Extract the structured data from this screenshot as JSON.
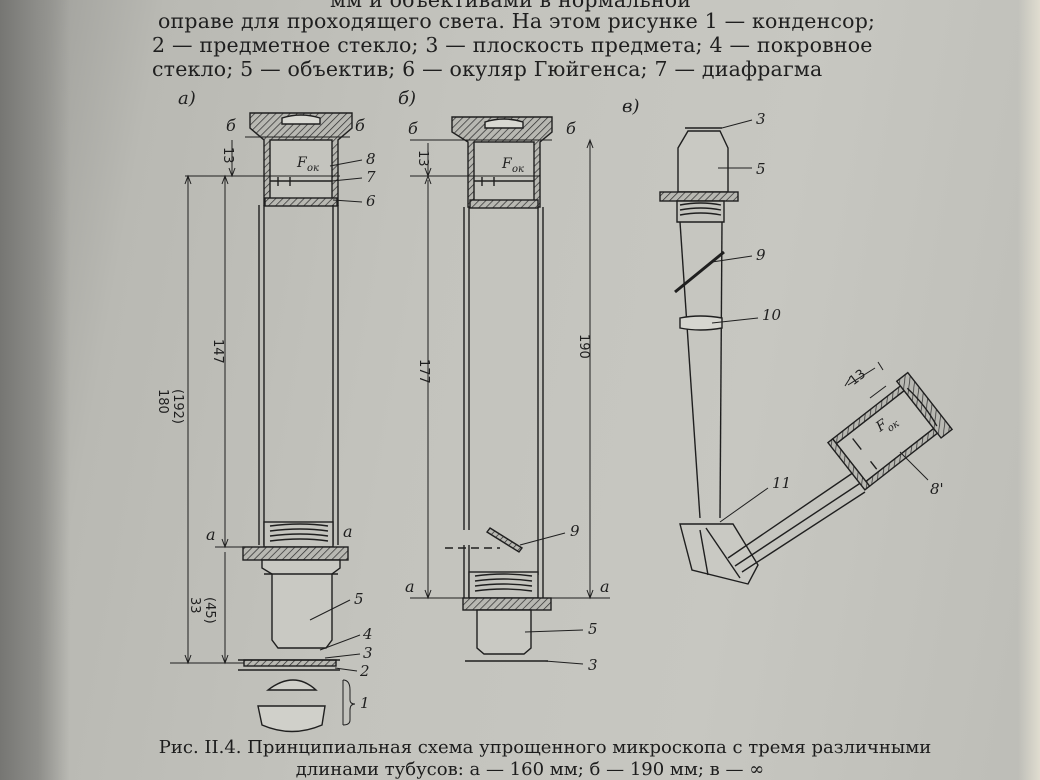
{
  "text_lines": [
    "мм и объективами в нормальной",
    "оправе для проходящего света. На этом рисунке 1 — конденсор;",
    "2 — предметное стекло; 3 — плоскость предмета; 4 — покровное",
    "стекло; 5 — объектив; 6 — окуляр Гюйгенса; 7 — диафрагма"
  ],
  "figure": {
    "panel_a": {
      "tag": "а)",
      "plane_b": "б",
      "plane_a": "а",
      "dims": {
        "top": "13",
        "middle": "147",
        "total": "(192)\n180",
        "bottom": "(45)\n33"
      },
      "eyepiece_focus": "F",
      "eyepiece_focus_sub": "ок",
      "callouts": [
        "8",
        "7",
        "6",
        "5",
        "4",
        "3",
        "2",
        "1"
      ]
    },
    "panel_b": {
      "tag": "б)",
      "plane_b": "б",
      "plane_a": "а",
      "dims": {
        "top": "13",
        "left": "177",
        "right": "190"
      },
      "eyepiece_focus": "F",
      "eyepiece_focus_sub": "ок",
      "callouts": [
        "9",
        "5",
        "3"
      ]
    },
    "panel_c": {
      "tag": "в)",
      "dims": {
        "eyepiece": "13"
      },
      "eyepiece_focus": "F",
      "eyepiece_focus_sub": "ок",
      "callouts": [
        "3",
        "5",
        "9",
        "10",
        "11",
        "8'"
      ]
    }
  },
  "caption": {
    "line1": "Рис. II.4. Принципиальная схема упрощенного микроскопа с тремя различными",
    "line2": "длинами тубусов: а — 160 мм; б — 190 мм; в — ∞"
  }
}
